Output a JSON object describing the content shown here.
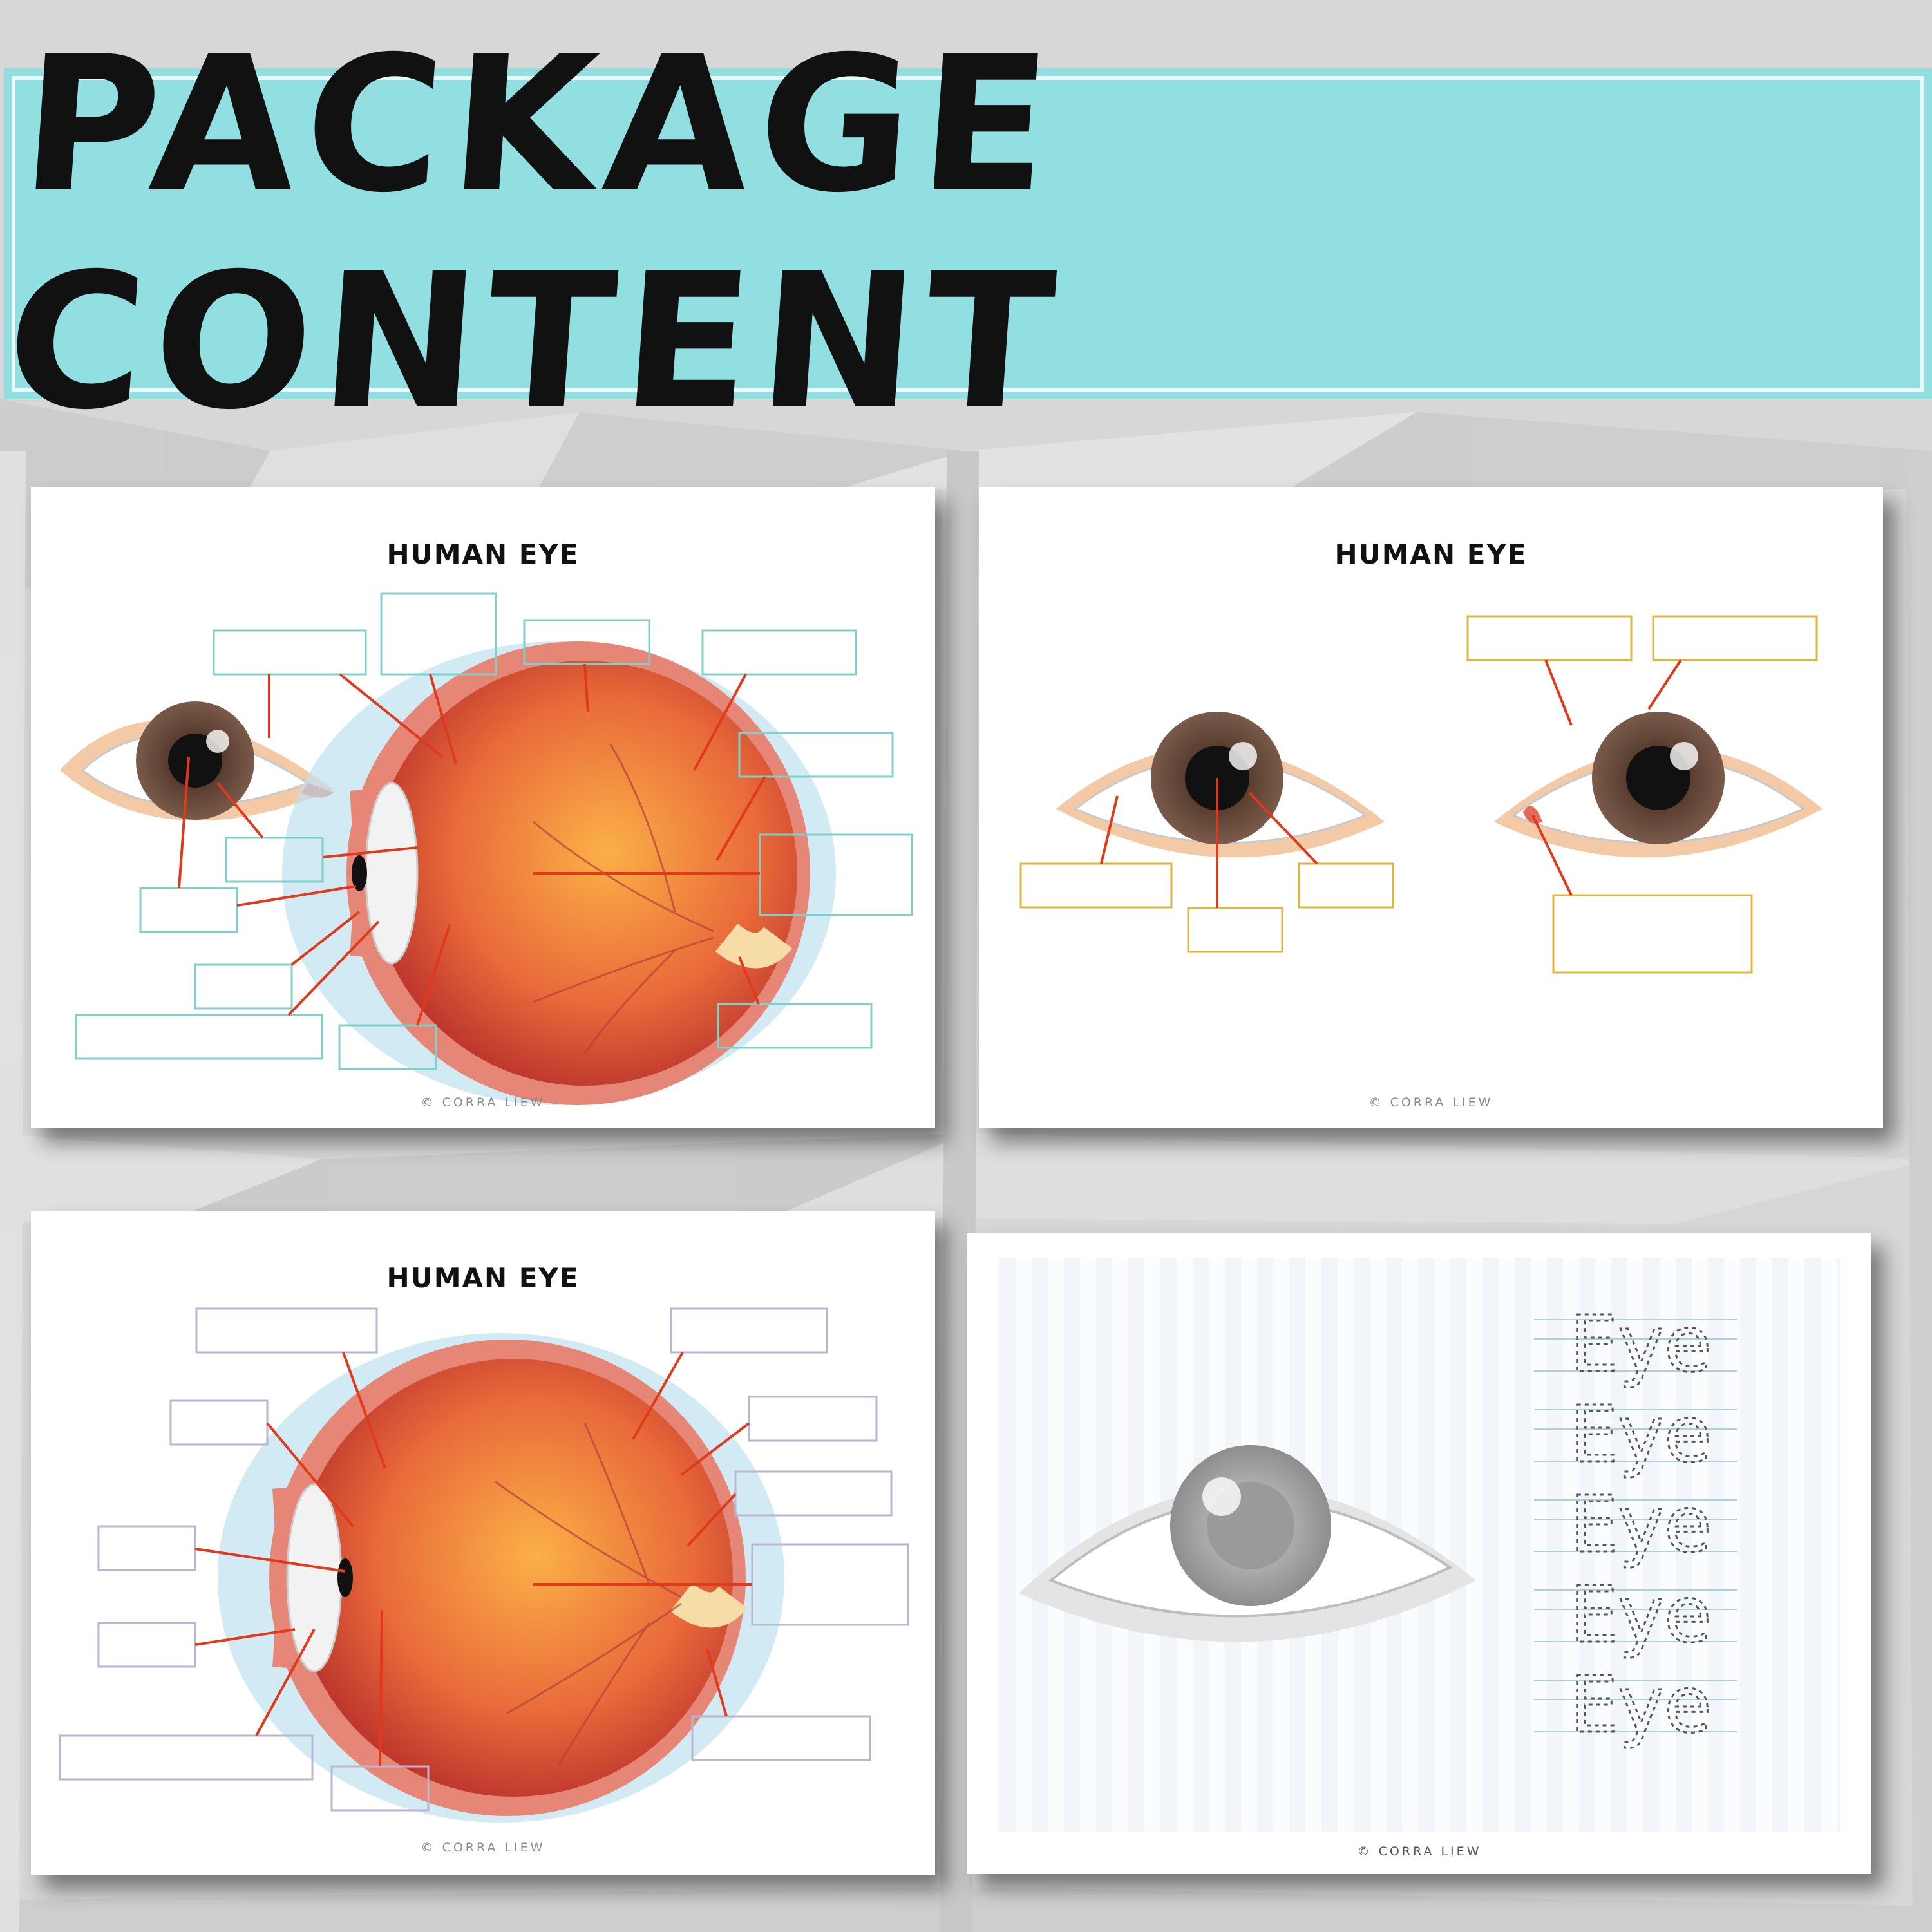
{
  "banner": {
    "title": "PACKAGE CONTENT",
    "color": "#92dfe2"
  },
  "cards": [
    {
      "title": "HUMAN EYE",
      "copyright": "© CORRA LIEW",
      "box_color": "#7fcfca"
    },
    {
      "title": "HUMAN EYE",
      "copyright": "© CORRA LIEW",
      "box_color": "#e4b33c"
    },
    {
      "title": "HUMAN EYE",
      "copyright": "© CORRA LIEW",
      "box_color": "#b9b6d3"
    },
    {
      "copyright": "© CORRA LIEW",
      "trace_word": "Eye",
      "trace_count": 5
    }
  ],
  "colors": {
    "leader_line": "#e0391c",
    "iris": "#5a3a2a",
    "eyeball": "#d9472e"
  }
}
